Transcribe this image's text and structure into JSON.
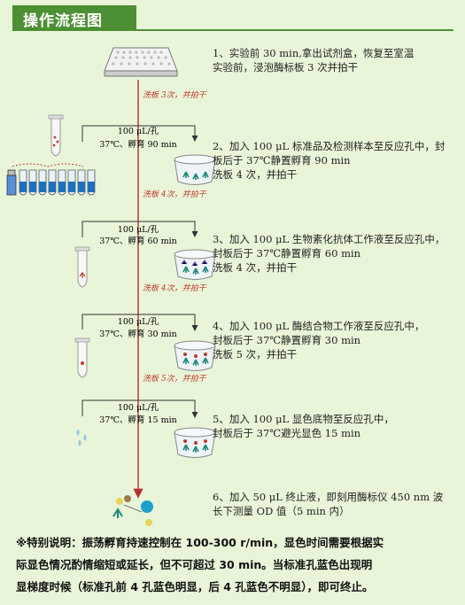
{
  "header": {
    "title": "操作流程图"
  },
  "wash_labels": [
    "洗板 3次，并拍干",
    "洗板 4次，并拍干",
    "洗板 4次，并拍干",
    "洗板 5次，并拍干"
  ],
  "incubations": [
    {
      "volume": "100 μL/孔",
      "condition": "37℃、孵育 90 min"
    },
    {
      "volume": "100 μL/孔",
      "condition": "37℃、孵育 60 min"
    },
    {
      "volume": "100 μL/孔",
      "condition": "37℃、孵育 30 min"
    },
    {
      "volume": "100 μL/孔",
      "condition": "37℃、孵育 15 min"
    }
  ],
  "steps": [
    {
      "lines": [
        "1、实验前 30 min,拿出试剂盒，恢复至室温",
        "实验前，浸泡酶标板 3 次并拍干"
      ]
    },
    {
      "lines": [
        "2、加入 100 μL 标准品及检测样本至反应孔中，封",
        "板后于 37℃静置孵育 90 min",
        "洗板 4 次，并拍干"
      ]
    },
    {
      "lines": [
        "3、加入 100 μL 生物素化抗体工作液至反应孔中，",
        "封板后于 37℃静置孵育 60 min",
        "洗板 4 次，并拍干"
      ]
    },
    {
      "lines": [
        "4、加入 100 μL 酶结合物工作液至反应孔中，",
        "封板后于 37℃静置孵育 30 min",
        "洗板 5 次，并拍干"
      ]
    },
    {
      "lines": [
        "5、加入 100 μL 显色底物至反应孔中，",
        "封板后于 37℃避光显色 15 min"
      ]
    },
    {
      "lines": [
        "6、加入 50 μL 终止液，即刻用酶标仪 450 nm 波",
        "长下测量 OD 值（5 min 内）"
      ]
    }
  ],
  "note": {
    "lines": [
      "※特别说明：振荡孵育持速控制在 100-300 r/min，显色时间需要根据实",
      "际显色情况酌情缩短或延长，但不可超过 30 min。当标准孔蓝色出现明",
      "显梯度时候（标准孔前 4 孔蓝色明显，后 4 孔蓝色不明显），即可终止。"
    ]
  },
  "colors": {
    "header_bg": "#4d8f35",
    "page_bg": "#e9f5d9",
    "flow_line": "#b5302c",
    "wash_text": "#c0392b"
  }
}
